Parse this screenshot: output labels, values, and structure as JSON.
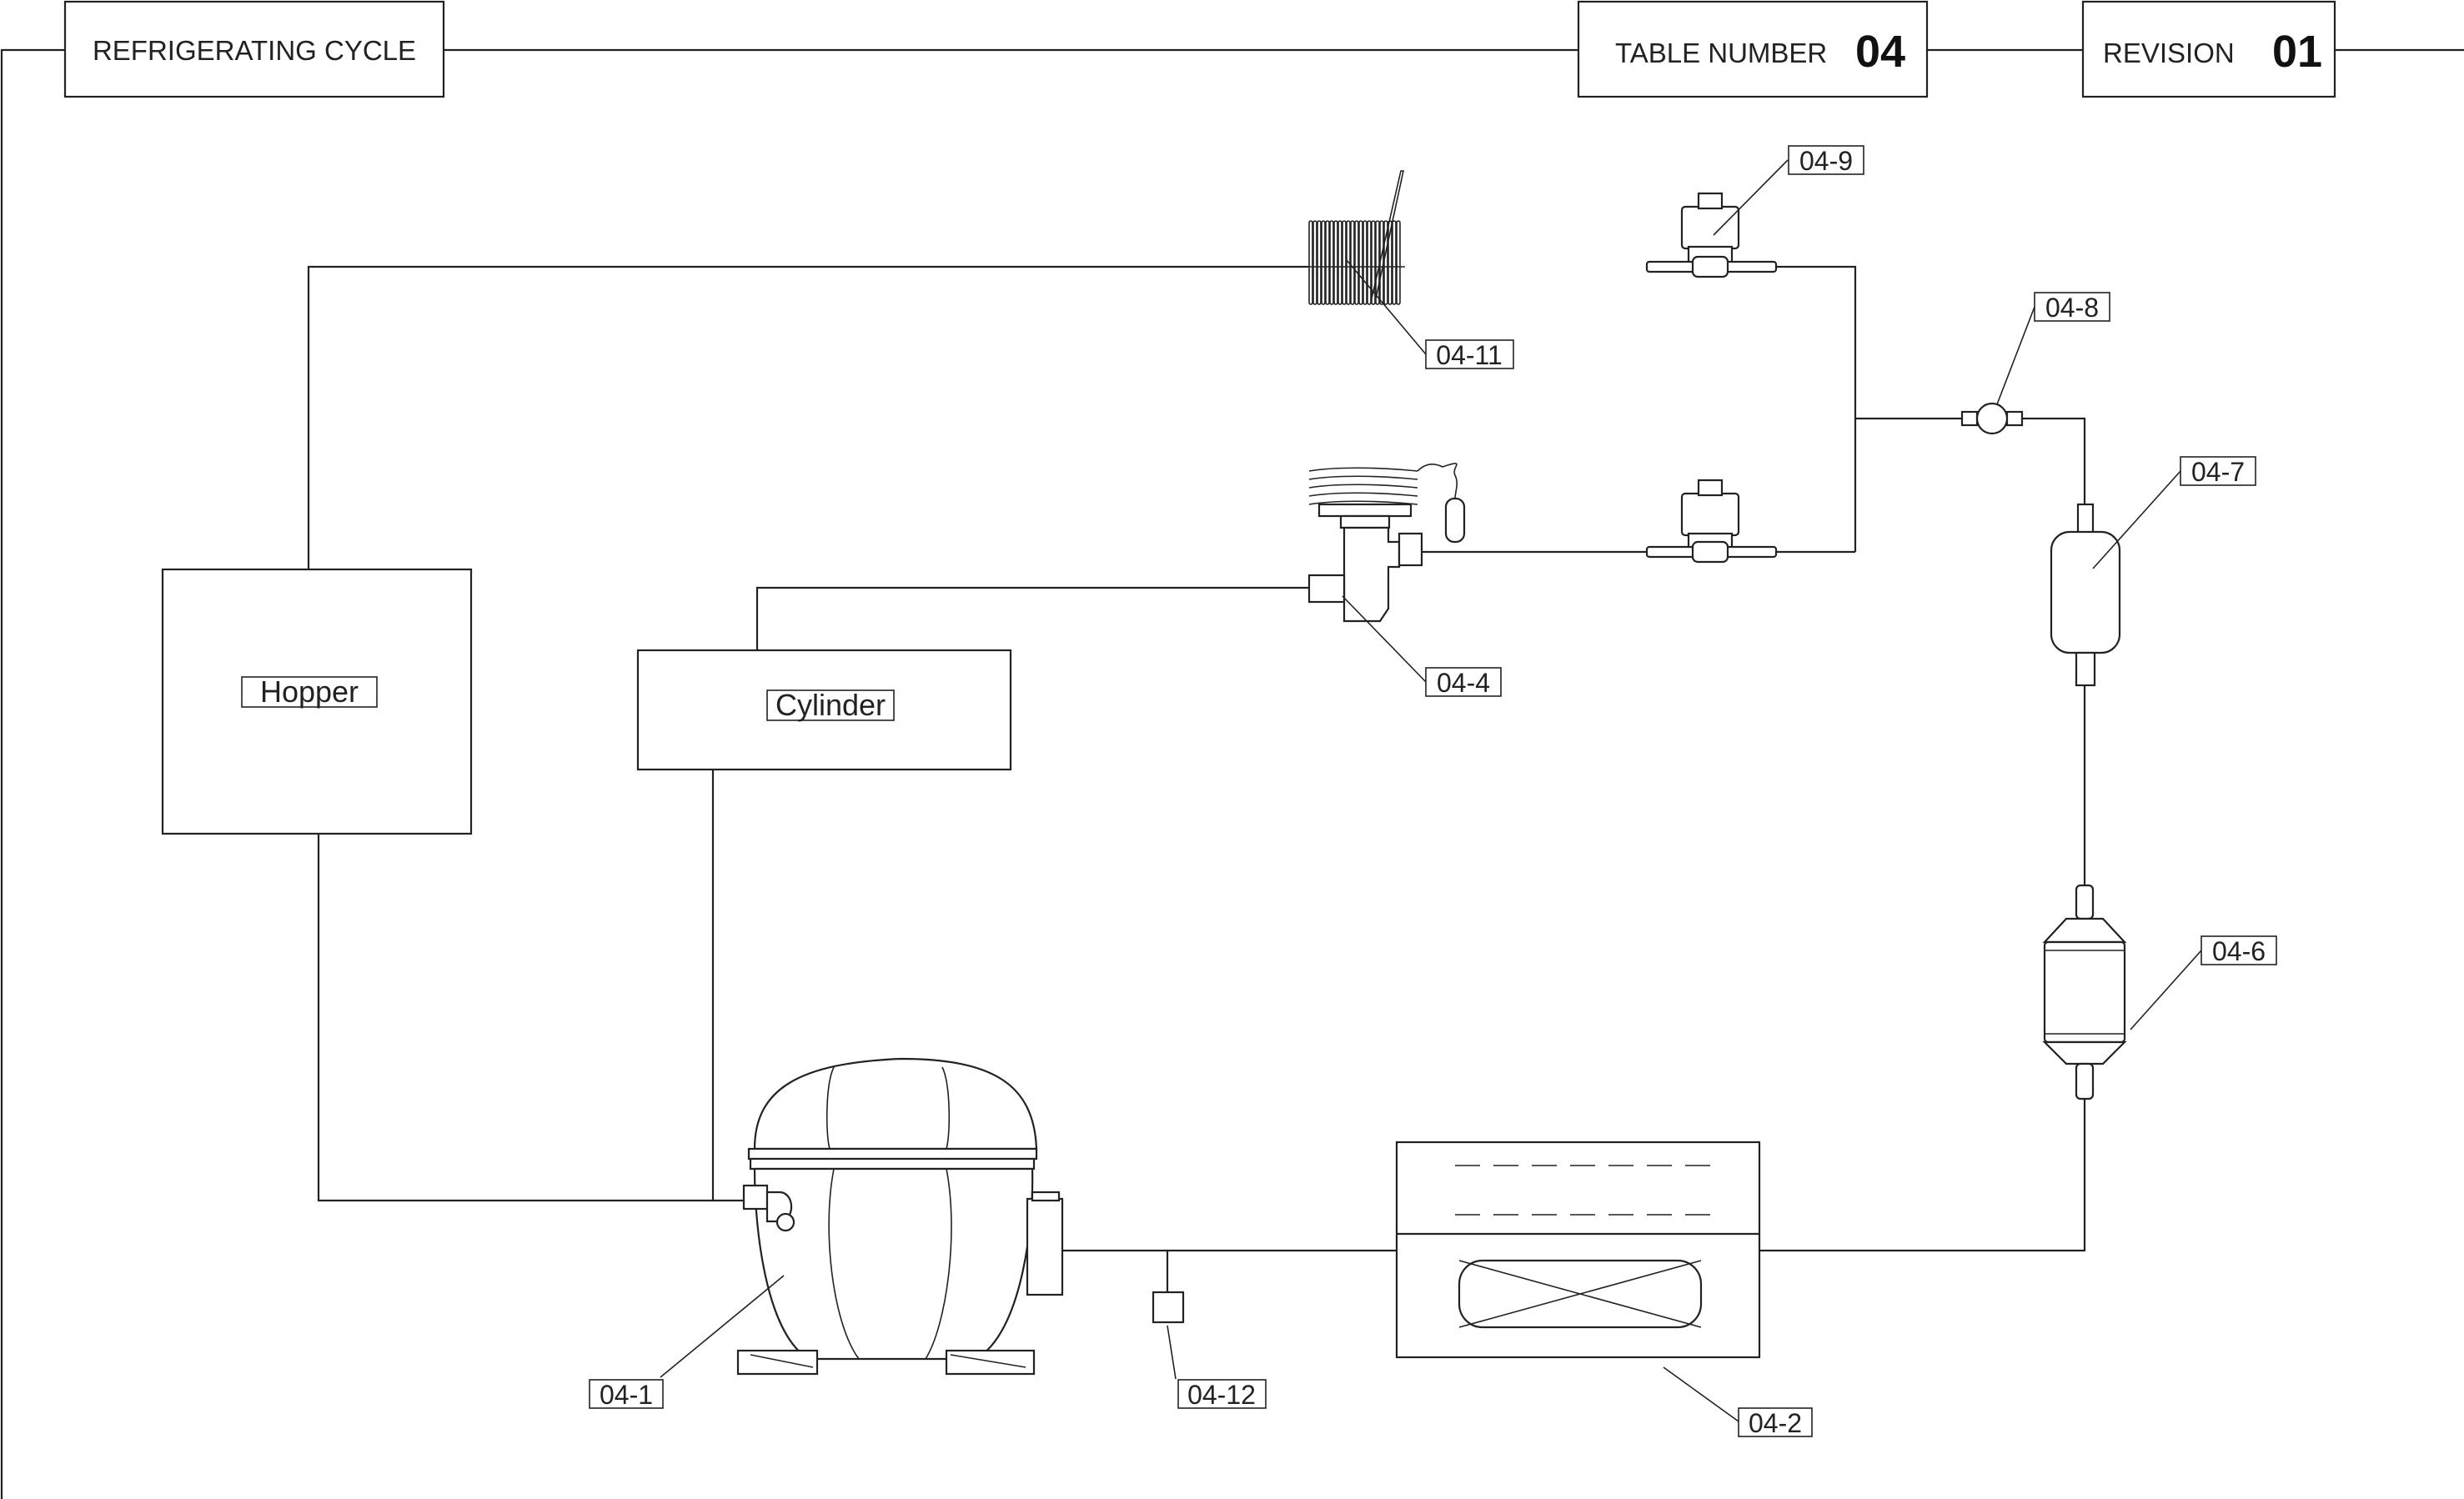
{
  "header": {
    "title": "REFRIGERATING CYCLE",
    "table_number_label": "TABLE NUMBER",
    "table_number": "04",
    "revision_label": "REVISION",
    "revision": "01"
  },
  "boxes": {
    "hopper": "Hopper",
    "cylinder": "Cylinder"
  },
  "callouts": {
    "compressor": "04-1",
    "condenser": "04-2",
    "expansion_valve": "04-4",
    "filter_drier": "04-6",
    "liquid_receiver": "04-7",
    "check_valve": "04-8",
    "solenoid_valve": "04-9",
    "capillary_coil": "04-11",
    "pressure_switch": "04-12"
  }
}
